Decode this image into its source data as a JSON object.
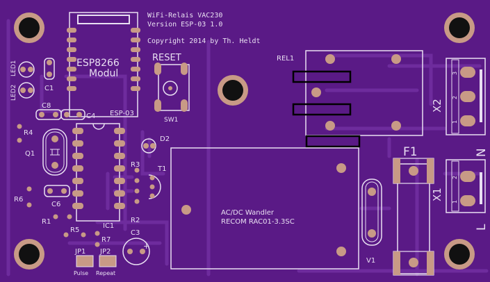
{
  "title": {
    "line1": "WiFi-Relais VAC230",
    "line2": "Version ESP-03 1.0",
    "line3": "Copyright 2014 by Th. Heldt"
  },
  "labels": {
    "esp_line1": "ESP8266",
    "esp_line2": "Modul",
    "esp_model": "ESP-03",
    "reset": "RESET",
    "sw1": "SW1",
    "led1": "LED1",
    "led2": "LED2",
    "c1": "C1",
    "c3": "C3",
    "c4": "C4",
    "c6": "C6",
    "c8": "C8",
    "d2": "D2",
    "q1": "Q1",
    "r1": "R1",
    "r2": "R2",
    "r3": "R3",
    "r4": "R4",
    "r5": "R5",
    "r6": "R6",
    "r7": "R7",
    "t1": "T1",
    "ic1": "IC1",
    "jp1": "JP1",
    "jp2": "JP2",
    "pulse": "Pulse",
    "repeat": "Repeat",
    "rel1": "REL1",
    "acdc_line1": "AC/DC Wandler",
    "acdc_line2": "RECOM RAC01-3.3SC",
    "f1": "F1",
    "v1": "V1",
    "x1": "X1",
    "x2": "X2",
    "n": "N",
    "l": "L",
    "pin1": "1",
    "pin2": "2",
    "pin3": "3",
    "plus": "+"
  },
  "colors": {
    "board": "#5a1a86",
    "trace": "#6e2c9d",
    "silk": "#e9dff2",
    "pad": "#c89a86",
    "hole": "#111111"
  }
}
